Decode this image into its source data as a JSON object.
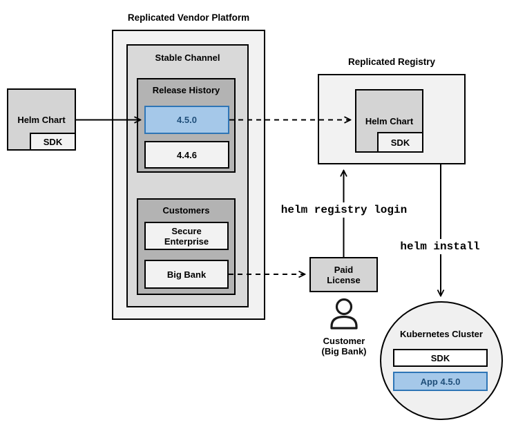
{
  "colors": {
    "accent_fill": "#a5c8e9",
    "accent_stroke": "#2e75b6",
    "accent_text": "#1f4e79",
    "box_fill_light": "#f2f2f2",
    "box_fill_medium": "#d9d9d9",
    "box_fill_gray": "#b3b3b3"
  },
  "platform": {
    "title": "Replicated Vendor Platform",
    "stable_channel_label": "Stable Channel",
    "release_history_label": "Release History",
    "releases": [
      {
        "version": "4.5.0",
        "highlighted": true
      },
      {
        "version": "4.4.6",
        "highlighted": false
      }
    ],
    "customers_label": "Customers",
    "customers": [
      {
        "name": "Secure Enterprise"
      },
      {
        "name": "Big Bank"
      }
    ]
  },
  "vendor_helm_chart": {
    "label": "Helm Chart",
    "sdk_label": "SDK"
  },
  "registry": {
    "title": "Replicated Registry",
    "helm_chart_label": "Helm Chart",
    "sdk_label": "SDK"
  },
  "paid_license": {
    "label": "Paid License"
  },
  "customer": {
    "line1": "Customer",
    "line2": "(Big Bank)"
  },
  "commands": {
    "registry_login": "helm registry login",
    "install": "helm install"
  },
  "cluster": {
    "label": "Kubernetes Cluster",
    "sdk_label": "SDK",
    "app_label": "App 4.5.0"
  }
}
